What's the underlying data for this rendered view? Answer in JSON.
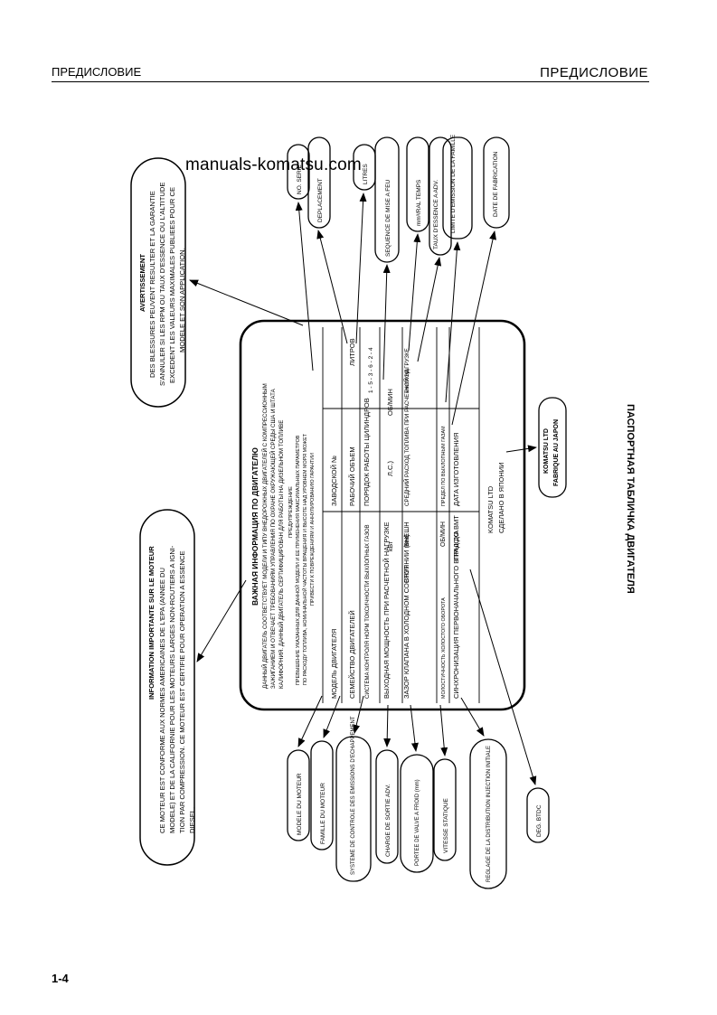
{
  "header": {
    "left": "ПРЕДИСЛОВИЕ",
    "right": "ПРЕДИСЛОВИЕ"
  },
  "watermark": "manuals-komatsu.com",
  "page_number": "1-4",
  "side_title": "ПАСПОРТНАЯ ТАБЛИЧКА ДВИГАТЕЛЯ",
  "info_box": {
    "title": "INFORMATION IMPORTANTE SUR LE MOTEUR",
    "lines": [
      "CE MOTEUR EST CONFORME AUX NORMES AMERICAINES DE L'EPA (ANNEE DU",
      "MODELE) ET DE LA CALIFORNIE POUR LES MOTEURS LARGES NON-ROUTIERS A IGNI-",
      "TION PAR COMPRESSION.  CE MOTEUR EST CERTIFIE POUR OPERATION A ESSENCE",
      "DIESEL."
    ]
  },
  "warning_box": {
    "title": "AVERTISSEMENT",
    "lines": [
      "DES BLESSURES PEUVENT RESULTER ET LA GARANTIE",
      "S'ANNULER SI LES RPM OU TAUX D'ESSENCE OU L'ALTITUDE",
      "EXCEDENT LES VALEURS MAXIMALES PUBLIEES POUR CE",
      "MODELE ET SON APPLICATION."
    ]
  },
  "plate": {
    "title": "ВАЖНАЯ ИНФОРМАЦИЯ ПО ДВИГАТЕЛЮ",
    "intro": [
      "ДАННЫЙ ДВИГАТЕЛЬ СООТВЕТСТВУЕТ МОДЕЛИ И ТИПУ ВНЕДОРОЖНЫХ ДВИГАТЕЛЕЙ С КОМПРЕССИОННЫМ",
      "ЗАЖИГАНИЕМ И ОТВЕЧАЕТ ТРЕБОВАНИЯМ УПРАВЛЕНИЯ ПО ОХРАНЕ ОКРУЖАЮЩЕЙ СРЕДЫ США И ШТАТА",
      "КАЛИФОРНИЯ. ДАННЫЙ ДВИГАТЕЛЬ СЕРТИФИЦИРОВАН ДЛЯ РАБОТЫ НА ДИЗЕЛЬНОМ ТОПЛИВЕ"
    ],
    "caution_title": "ПРЕДУПРЕЖДЕНИЕ",
    "caution": [
      "ПРЕВЫШЕНИЕ УКАЗАННЫХ ДЛЯ ДАННОЙ МОДЕЛИ И ЕЕ ПРИМЕНЕНИЯ МАКСИМАЛЬНЫХ ПАРАМЕТРОВ",
      "ПО РАСХОДУ ТОПЛИВА, НОМИНАЛЬНОЙ ЧАСТОТЫ ВРАЩЕНИЯ И ВЫСОТЕ НАД УРОВНЕМ МОРЯ МОЖЕТ",
      "ПРИВЕСТИ К ПОВРЕЖДЕНИЯМ И АННУЛИРОВАНИЮ ГАРАНТИИ"
    ],
    "row1": {
      "model": "МОДЕЛЬ ДВИГАТЕЛЯ",
      "serial": "ЗАВОДСКОЙ №"
    },
    "row2": {
      "family": "СЕМЕЙСТВО ДВИГАТЕЛЕЙ",
      "displacement": "РАБОЧИЙ ОБЪЕМ",
      "liters": "ЛИТРОВ"
    },
    "row3": {
      "emission": "СИСТЕМА КОНТРОЛЯ НОРМ ТОКСИЧНОСТИ ВЫХЛОПНЫХ ГАЗОВ",
      "firing": "ПОРЯДОК РАБОТЫ ЦИЛИНДРОВ",
      "firing_value": "1 - 5 - 3 - 6 - 2 - 4"
    },
    "row4": {
      "power": "ВЫХОДНАЯ МОЩНОСТЬ ПРИ РАСЧЕТНОЙ НАГРУЗКЕ",
      "kw": "кВт",
      "ps": "Л.С.)",
      "rpm": "ОБ/МИН"
    },
    "row5": {
      "valve": "ЗАЗОР КЛАПАНА В ХОЛОДНОМ СОСТОЯНИИ (мм)",
      "intake": "ВНУТ",
      "exhaust": "ВНЕШН",
      "fuel": "СРЕДНИЙ РАСХОД ТОПЛИВА ПРИ РАСЧЕТНОЙ НАГРУЗКЕ",
      "fuel_unit": "мм³/ХОД"
    },
    "row6": {
      "idle": "МОЛОСТИЧНОСТЬ ХОЛОСТОГО ОБОРОТА",
      "rpm": "ОБ/МИН",
      "limit": "ПРЕДЕЛ ПО ВЫХЛОПНЫМ ГАЗАМ"
    },
    "row7": {
      "timing": "СИНХРОНИЗАЦИЯ ПЕРВОНАЧАЛЬНОГО ВПРЫСКА",
      "btdc": "ГРАД ДО ВМТ",
      "date": "ДАТА ИЗГОТОВЛЕНИЯ"
    },
    "footer": {
      "maker": "KOMATSU LTD",
      "made_in": "СДЕЛАНО В ЯПОНИИ"
    }
  },
  "callouts_top": [
    "NO. SERIE",
    "DEPLACEMENT",
    "LITRES",
    "SEQUENCE DE MISE A FEU",
    "mm³/RAL TEMPS",
    "TAUX D'ESSENCE A ADV.",
    "LIMITE D'EMISSION DE LA FAMILLE",
    "DATE DE FABRICATION"
  ],
  "callouts_bottom": [
    "MODELE DU MOTEUR",
    "FAMILLE DU MOTEUR",
    "SYSTEME DE CONTROLE DES EMISSIONS D'ECHAPPEMENT",
    "CHARGE DE SORTIE ADV.",
    "PORTEE DE VALVE A FROID (mm)",
    "VITESSE STATIQUE",
    "REGLAGE DE LA DISTRIBUTION INJECTION INITIALE",
    "DEG. BTDC"
  ],
  "komatsu_box": [
    "KOMATSU LTD",
    "FABRIQUE AU JAPON"
  ]
}
